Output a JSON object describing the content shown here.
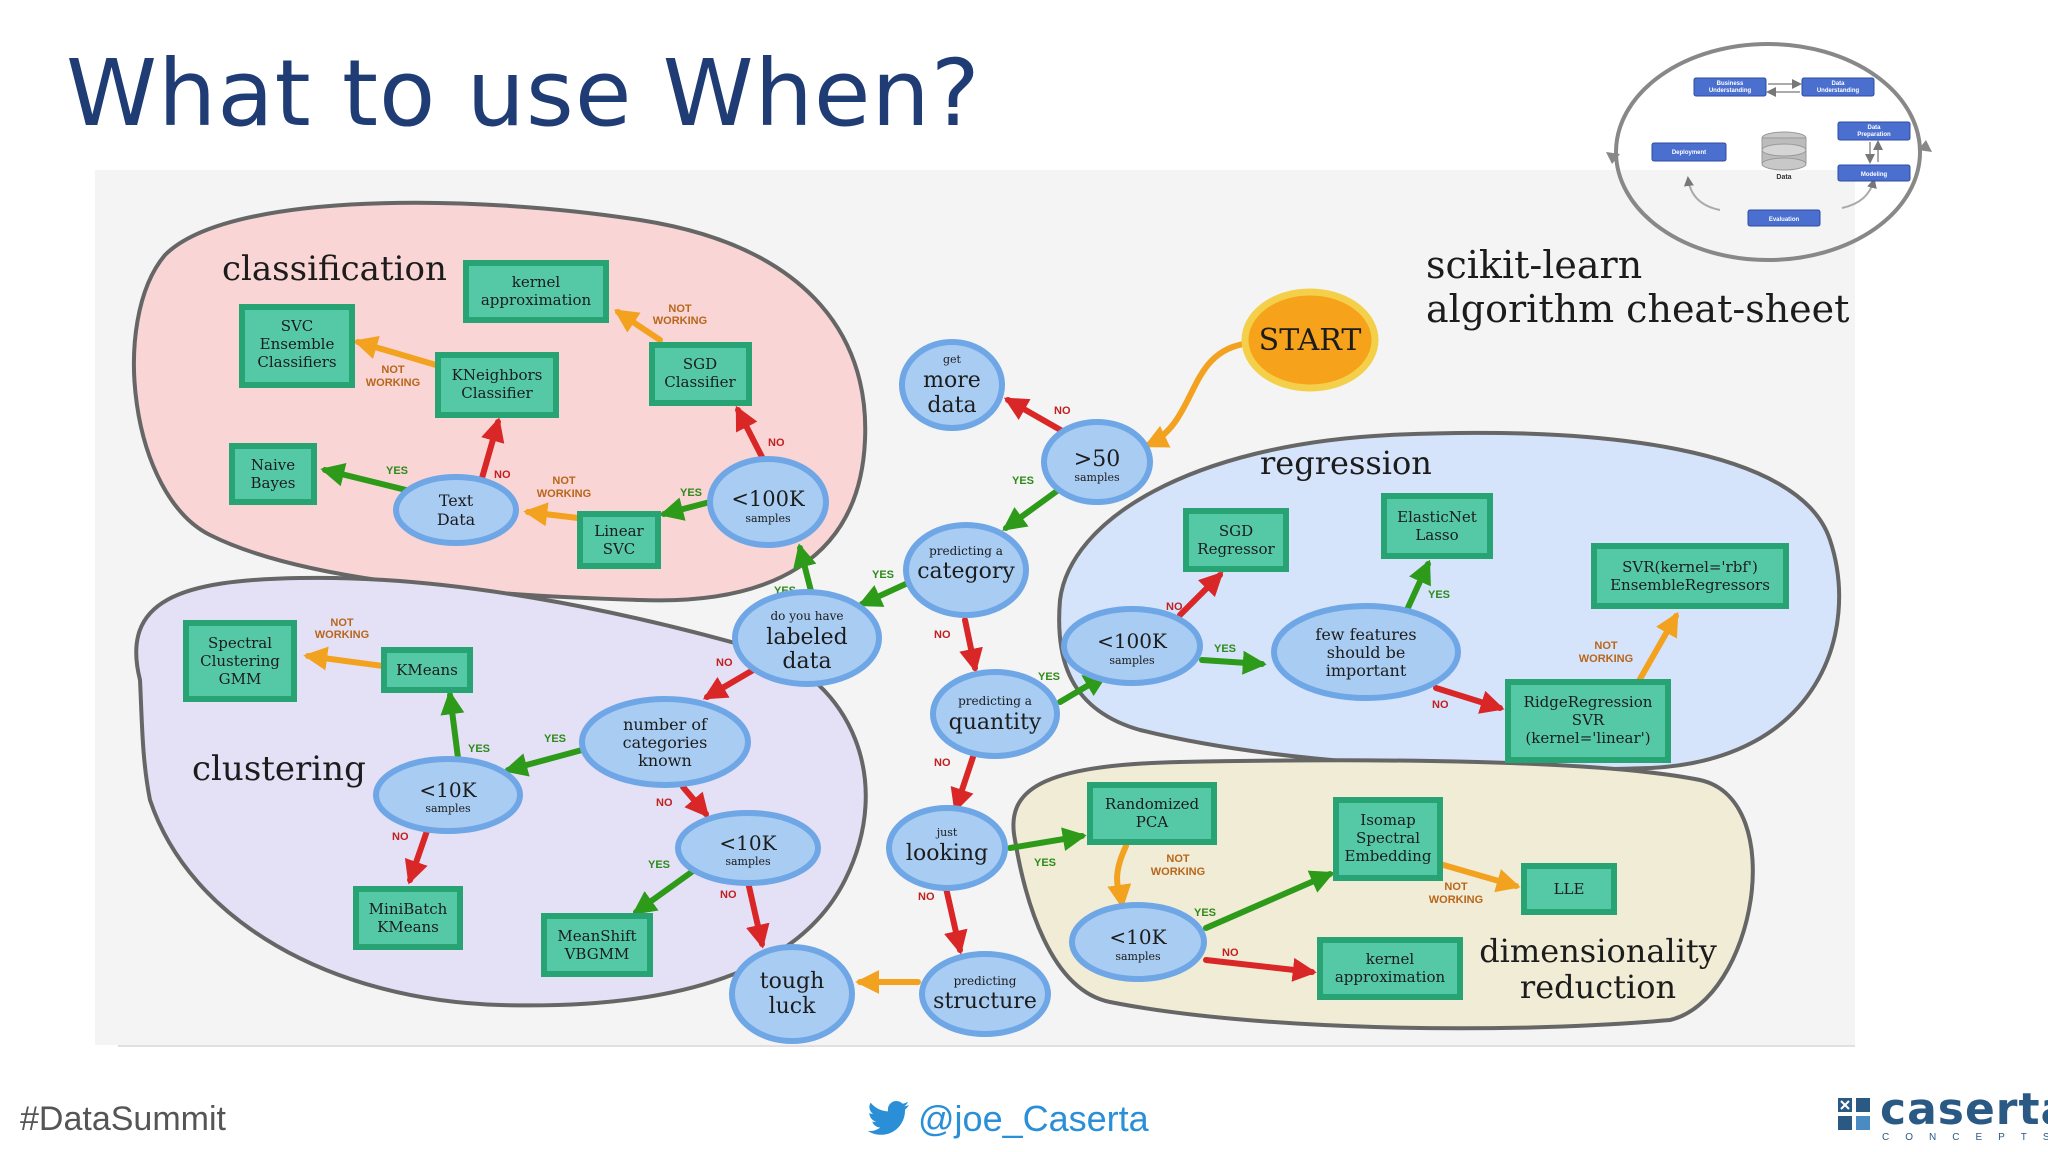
{
  "slide": {
    "title": "What to use When?",
    "hashtag": "#DataSummit",
    "twitter_handle": "@joe_Caserta",
    "logo_text": "caserta",
    "logo_subtext": "CONCEPTS"
  },
  "sheet": {
    "title_line1": "scikit-learn",
    "title_line2": "algorithm cheat-sheet",
    "start": "START"
  },
  "regions": {
    "classification": "classification",
    "clustering": "clustering",
    "regression": "regression",
    "dimensionality_line1": "dimensionality",
    "dimensionality_line2": "reduction"
  },
  "decisions": {
    "samples50": {
      "big": ">50",
      "small": "samples"
    },
    "get_more_data": {
      "small": "get",
      "big1": "more",
      "big2": "data"
    },
    "predicting_category": {
      "small": "predicting a",
      "big": "category"
    },
    "labeled_data": {
      "small": "do you have",
      "big1": "labeled",
      "big2": "data"
    },
    "predicting_quantity": {
      "small": "predicting a",
      "big": "quantity"
    },
    "just_looking": {
      "small": "just",
      "big": "looking"
    },
    "predicting_structure": {
      "small": "predicting",
      "big": "structure"
    },
    "tough_luck": {
      "big1": "tough",
      "big2": "luck"
    },
    "cls_100k": {
      "big": "<100K",
      "small": "samples"
    },
    "text_data": {
      "line1": "Text",
      "line2": "Data"
    },
    "num_categories": {
      "line1": "number of",
      "line2": "categories",
      "line3": "known"
    },
    "clu_10k_a": {
      "big": "<10K",
      "small": "samples"
    },
    "clu_10k_b": {
      "big": "<10K",
      "small": "samples"
    },
    "reg_100k": {
      "big": "<100K",
      "small": "samples"
    },
    "few_features": {
      "line1": "few features",
      "line2": "should be",
      "line3": "important"
    },
    "dim_10k": {
      "big": "<10K",
      "small": "samples"
    }
  },
  "estimators": {
    "kernel_approx_cls": [
      "kernel",
      "approximation"
    ],
    "svc_ensemble": [
      "SVC",
      "Ensemble",
      "Classifiers"
    ],
    "kneighbors": [
      "KNeighbors",
      "Classifier"
    ],
    "sgd_classifier": [
      "SGD",
      "Classifier"
    ],
    "naive_bayes": [
      "Naive",
      "Bayes"
    ],
    "linear_svc": [
      "Linear",
      "SVC"
    ],
    "spectral_clustering": [
      "Spectral",
      "Clustering",
      "GMM"
    ],
    "kmeans": [
      "KMeans"
    ],
    "minibatch_kmeans": [
      "MiniBatch",
      "KMeans"
    ],
    "meanshift": [
      "MeanShift",
      "VBGMM"
    ],
    "sgd_regressor": [
      "SGD",
      "Regressor"
    ],
    "elasticnet_lasso": [
      "ElasticNet",
      "Lasso"
    ],
    "svr_rbf": [
      "SVR(kernel='rbf')",
      "EnsembleRegressors"
    ],
    "ridge_regression": [
      "RidgeRegression",
      "SVR",
      "(kernel='linear')"
    ],
    "randomized_pca": [
      "Randomized",
      "PCA"
    ],
    "isomap": [
      "Isomap",
      "Spectral",
      "Embedding"
    ],
    "lle": [
      "LLE"
    ],
    "kernel_approx_dim": [
      "kernel",
      "approximation"
    ]
  },
  "edge_labels": {
    "yes": "YES",
    "no": "NO",
    "not": "NOT",
    "working": "WORKING"
  },
  "crisp_dm": {
    "business_understanding": [
      "Business",
      "Understanding"
    ],
    "data_understanding": [
      "Data",
      "Understanding"
    ],
    "data_preparation": [
      "Data",
      "Preparation"
    ],
    "modeling": "Modeling",
    "evaluation": "Evaluation",
    "deployment": "Deployment",
    "data": "Data"
  },
  "colors": {
    "title": "#1f3c74",
    "yes_arrow": "#2e9a1a",
    "no_arrow": "#d92626",
    "not_working_arrow": "#f2a21e",
    "estimator_fill": "#55c9a6",
    "estimator_border": "#27a374",
    "decision_fill": "#a9ccf2",
    "decision_border": "#6ea6e6",
    "classification_bg": "#f9d5d5",
    "clustering_bg": "#e4e0f5",
    "regression_bg": "#d6e4fb",
    "dimensionality_bg": "#f1ecd6",
    "start_fill": "#f6a21a",
    "twitter_blue": "#2a8fd6",
    "caserta_blue": "#2a5a84"
  }
}
